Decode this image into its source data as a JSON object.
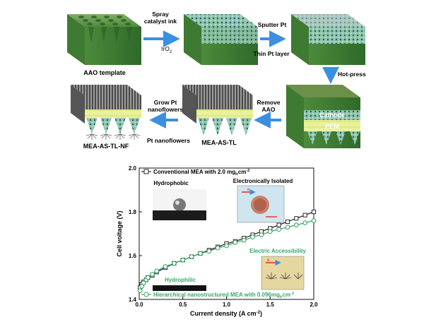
{
  "schematic": {
    "step1_label": "Spray",
    "step1_label2": "catalyst ink",
    "step1_material": "IrO",
    "step1_material_sub": "2",
    "step2_label": "Sputter Pt",
    "step2_note": "Thin Pt layer",
    "step3_label": "Hot-press",
    "step4_label": "Remove",
    "step4_label2": "AAO",
    "step5_label": "Grow Pt",
    "step5_label2": "nanoflowers",
    "aao_label": "AAO template",
    "cathode_label": "Cathode",
    "pem_label": "PEM",
    "mea_as_tl_label": "MEA-AS-TL",
    "mea_nf_label": "MEA-AS-TL-NF",
    "pt_nf_label": "Pt nanoflowers"
  },
  "chart_data": {
    "type": "line",
    "xlabel": "Current density (A cm",
    "xlabel_sup": "-2",
    "xlabel_tail": ")",
    "ylabel": "Cell voltage (V)",
    "xlim": [
      0,
      2.0
    ],
    "ylim": [
      1.4,
      2.0
    ],
    "xticks": [
      "0.0",
      "0.5",
      "1.0",
      "1.5",
      "2.0"
    ],
    "yticks": [
      "1.4",
      "1.6",
      "1.8",
      "2.0"
    ],
    "series": [
      {
        "name": "Conventional MEA with 2.0 mg",
        "name_sub": "Ir",
        "name_tail": "cm",
        "name_sup": "-2",
        "color": "#2b2b2b",
        "marker": "square",
        "x": [
          0.01,
          0.03,
          0.05,
          0.08,
          0.1,
          0.15,
          0.2,
          0.3,
          0.4,
          0.5,
          0.6,
          0.7,
          0.8,
          0.9,
          1.0,
          1.1,
          1.2,
          1.3,
          1.4,
          1.5,
          1.6,
          1.7,
          1.8,
          1.9,
          2.0
        ],
        "values": [
          1.455,
          1.47,
          1.48,
          1.49,
          1.5,
          1.51,
          1.525,
          1.545,
          1.565,
          1.58,
          1.595,
          1.61,
          1.625,
          1.64,
          1.655,
          1.665,
          1.68,
          1.695,
          1.71,
          1.725,
          1.74,
          1.755,
          1.77,
          1.785,
          1.8
        ]
      },
      {
        "name": "Hierarchical nanostructured MEA with 0.096mg",
        "name_sub": "Ir",
        "name_tail": "cm",
        "name_sup": "-2",
        "color": "#3aa66a",
        "marker": "circle",
        "x": [
          0.01,
          0.03,
          0.05,
          0.08,
          0.1,
          0.15,
          0.2,
          0.3,
          0.4,
          0.5,
          0.6,
          0.7,
          0.8,
          0.9,
          1.0,
          1.1,
          1.2,
          1.3,
          1.4,
          1.5,
          1.6,
          1.7,
          1.8,
          1.9,
          2.0
        ],
        "values": [
          1.44,
          1.46,
          1.475,
          1.49,
          1.5,
          1.515,
          1.53,
          1.55,
          1.565,
          1.58,
          1.595,
          1.61,
          1.62,
          1.635,
          1.645,
          1.66,
          1.67,
          1.685,
          1.695,
          1.71,
          1.72,
          1.73,
          1.74,
          1.75,
          1.76
        ]
      }
    ],
    "annotations": {
      "hydrophobic": "Hydrophobic",
      "hydrophilic": "Hydrophilic",
      "isolated": "Electronically Isolated",
      "accessible": "Electric Accessibility",
      "electron": "e"
    }
  }
}
